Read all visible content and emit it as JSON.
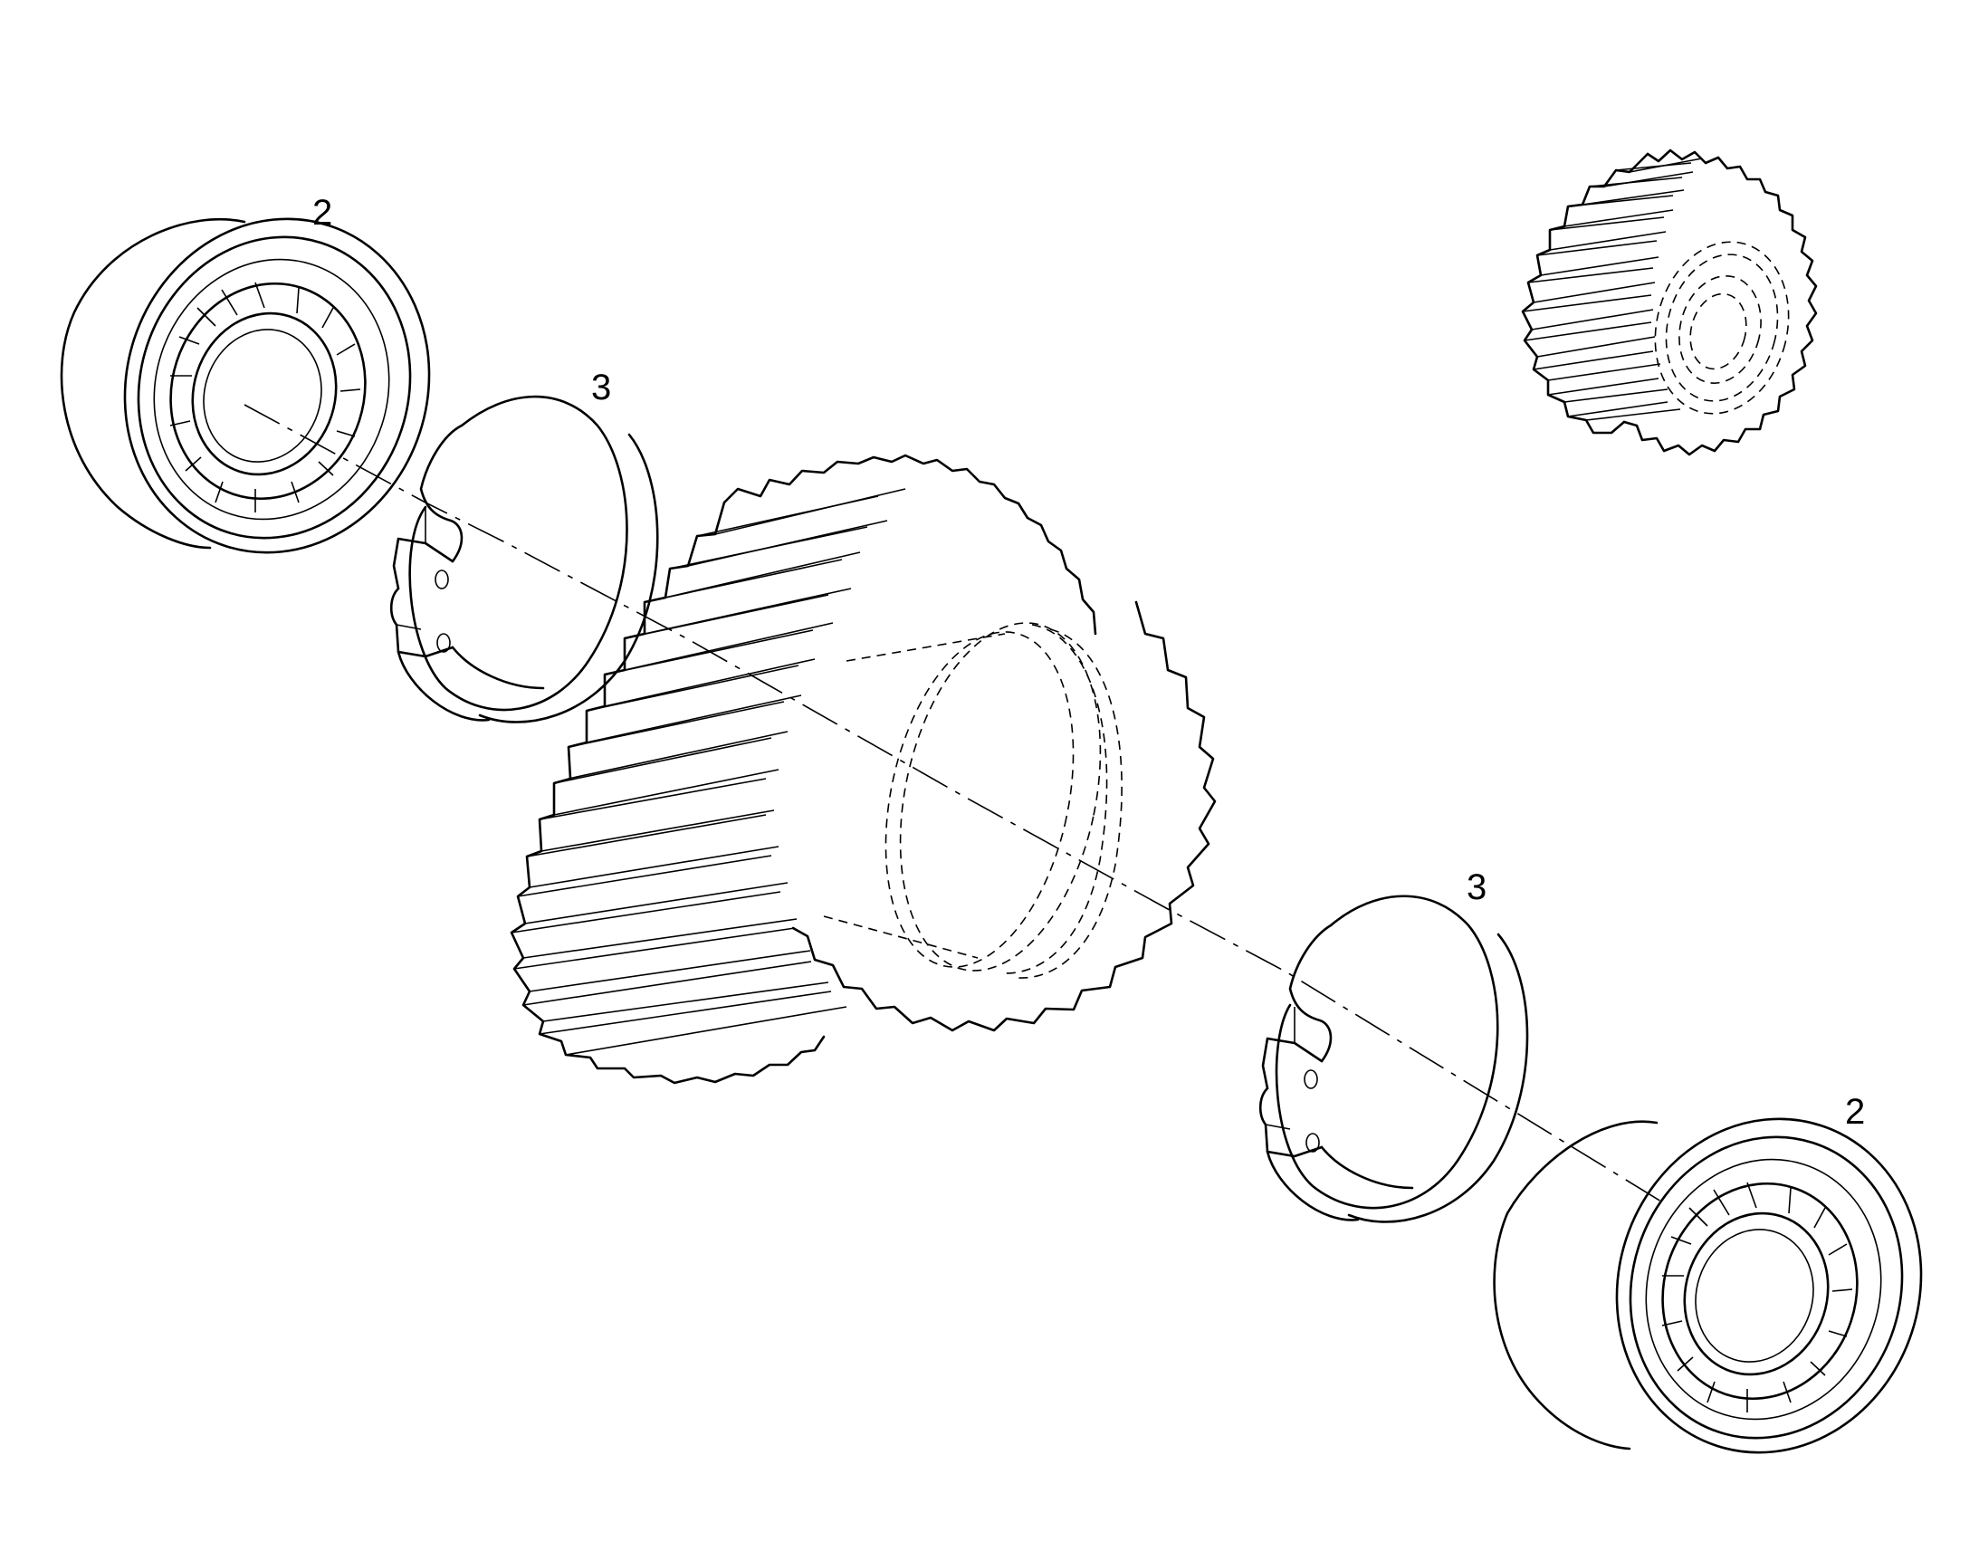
{
  "callouts": {
    "bearing_top": "2",
    "ring_top": "3",
    "ring_bottom": "3",
    "bearing_bottom": "2"
  },
  "colors": {
    "ink": "#000000",
    "paper": "#ffffff"
  }
}
